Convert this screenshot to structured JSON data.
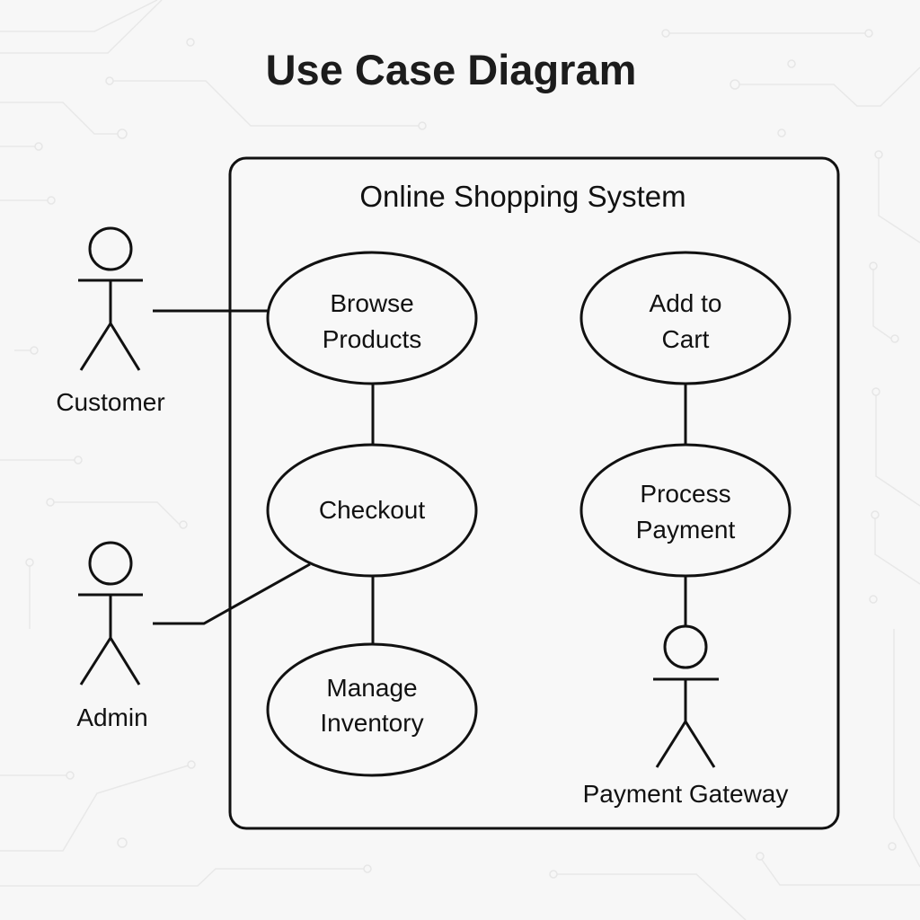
{
  "title": "Use Case Diagram",
  "system": {
    "label": "Online Shopping System"
  },
  "actors": [
    {
      "id": "customer",
      "label": "Customer"
    },
    {
      "id": "admin",
      "label": "Admin"
    },
    {
      "id": "payment-gateway",
      "label": "Payment Gateway"
    }
  ],
  "use_cases": [
    {
      "id": "browse-products",
      "lines": [
        "Browse",
        "Products"
      ]
    },
    {
      "id": "checkout",
      "lines": [
        "Checkout"
      ]
    },
    {
      "id": "manage-inventory",
      "lines": [
        "Manage",
        "Inventory"
      ]
    },
    {
      "id": "add-to-cart",
      "lines": [
        "Add to",
        "Cart"
      ]
    },
    {
      "id": "process-payment",
      "lines": [
        "Process",
        "Payment"
      ]
    }
  ],
  "associations": [
    {
      "from": "customer",
      "to": "browse-products"
    },
    {
      "from": "admin",
      "to": "checkout"
    },
    {
      "from": "browse-products",
      "to": "checkout"
    },
    {
      "from": "checkout",
      "to": "manage-inventory"
    },
    {
      "from": "add-to-cart",
      "to": "process-payment"
    },
    {
      "from": "process-payment",
      "to": "payment-gateway"
    }
  ],
  "colors": {
    "background": "#f7f7f7",
    "stroke": "#111111",
    "title": "#1c1c1c"
  }
}
